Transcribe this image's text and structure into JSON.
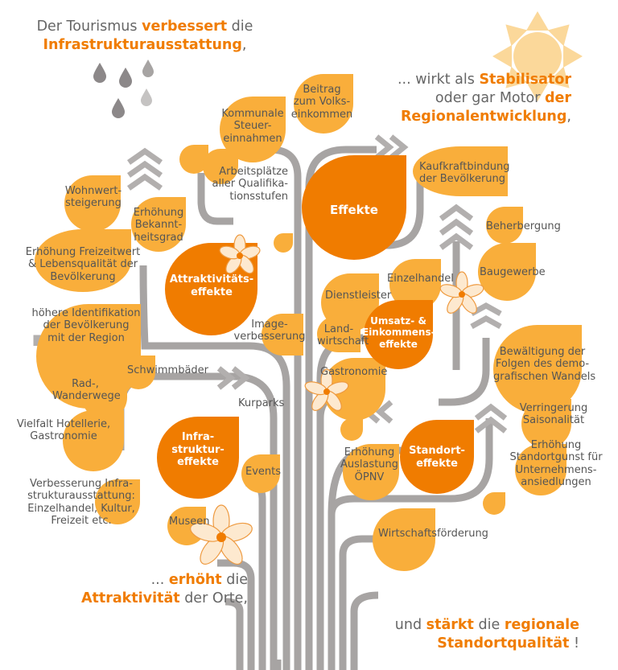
{
  "colors": {
    "dark_orange": "#f07c00",
    "light_orange": "#f9ae3b",
    "trunk_grey": "#a7a4a3",
    "flower": "#fde9cf",
    "sun": "#fbd89a",
    "raindrop_dark": "#8c8889",
    "raindrop_light": "#c5c3c2"
  },
  "headlines": {
    "top_left": {
      "l1_a": "Der Tourismus",
      "l1_b": "verbessert",
      "l1_c": "die",
      "l2_a": "Infrastrukturausstattung",
      "l2_b": ","
    },
    "top_right": {
      "l1_a": "... wirkt als",
      "l1_b": "Stabilisator",
      "l2_a": "oder gar Motor",
      "l2_b": "der",
      "l3_a": "Regionalentwicklung",
      "l3_b": ","
    },
    "bottom_left": {
      "l1_a": "...",
      "l1_b": "erhöht",
      "l1_c": "die",
      "l2_a": "Attraktivität",
      "l2_b": "der Orte,"
    },
    "bottom_right": {
      "l1_a": "und",
      "l1_b": "stärkt",
      "l1_c": "die",
      "l1_d": "regionale",
      "l2_a": "Standortqualität",
      "l2_b": "!"
    }
  },
  "effects": {
    "main": "Effekte",
    "attraktivitaet": [
      "Attraktivitäts-",
      "effekte"
    ],
    "infrastruktur": [
      "Infra-",
      "struktur-",
      "effekte"
    ],
    "umsatz": [
      "Umsatz- &",
      "Einkommens-",
      "effekte"
    ],
    "standort": [
      "Standort-",
      "effekte"
    ]
  },
  "labels": {
    "beitrag": [
      "Beitrag",
      "zum Volks-",
      "einkommen"
    ],
    "kommunale": [
      "Kommunale",
      "Steuer-",
      "einnahmen"
    ],
    "arbeitsplaetze": [
      "Arbeitsplätze",
      "aller Qualifika-",
      "tionsstufen"
    ],
    "kaufkraft": [
      "Kaufkraftbindung",
      "der Bevölkerung"
    ],
    "beherbergung": "Beherbergung",
    "baugewerbe": "Baugewerbe",
    "einzelhandel": "Einzelhandel",
    "dienstleister": "Dienstleister",
    "landwirtschaft": [
      "Land-",
      "wirtschaft"
    ],
    "gastronomie": "Gastronomie",
    "wohnwert": [
      "Wohnwert-",
      "steigerung"
    ],
    "bekanntheit": [
      "Erhöhung",
      "Bekannt-",
      "heitsgrad"
    ],
    "freizeitwert": [
      "Erhöhung Freizeitwert",
      "& Lebensqualität der",
      "Bevölkerung"
    ],
    "identifikation": [
      "höhere Identifikation",
      "der Bevölkerung",
      "mit der Region"
    ],
    "image": [
      "Image-",
      "verbesserung"
    ],
    "schwimmbaeder": "Schwimmbäder",
    "kurparks": "Kurparks",
    "radwanderwege": [
      "Rad-,",
      "Wanderwege"
    ],
    "hotellerie": [
      "Vielfalt Hotellerie,",
      "Gastronomie"
    ],
    "events": "Events",
    "verbesserung": [
      "Verbesserung Infra-",
      "strukturausstattung:",
      "Einzelhandel, Kultur,",
      "Freizeit etc."
    ],
    "museen": "Museen",
    "bewaeltigung": [
      "Bewältigung der",
      "Folgen des demo-",
      "grafischen Wandels"
    ],
    "saisonalitaet": [
      "Verringerung",
      "Saisonalität"
    ],
    "standortgunst": [
      "Erhöhung",
      "Standortgunst für",
      "Unternehmens-",
      "ansiedlungen"
    ],
    "oepnv": [
      "Erhöhung",
      "Auslastung",
      "ÖPNV"
    ],
    "wirtschaft": "Wirtschaftsförderung"
  }
}
